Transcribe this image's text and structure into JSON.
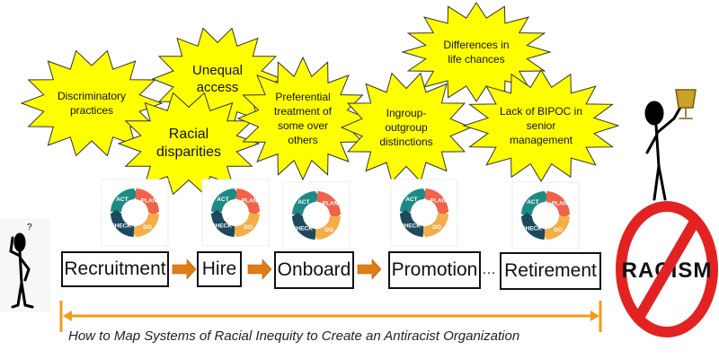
{
  "colors": {
    "burst_fill": "#ffff00",
    "burst_stroke": "#333333",
    "arrow": "#e07c16",
    "line": "#f39a1e",
    "pdca_act": "#1e8a84",
    "pdca_plan": "#f0624a",
    "pdca_do": "#f4ad47",
    "pdca_check": "#1c4a5c",
    "no_sign": "#e32222"
  },
  "bursts": [
    {
      "id": "unequal-access",
      "lines": [
        "Unequal",
        "access"
      ]
    },
    {
      "id": "discriminatory-practices",
      "lines": [
        "Discriminatory",
        "practices"
      ]
    },
    {
      "id": "differences-life-chances",
      "lines": [
        "Differences in",
        "life chances"
      ]
    },
    {
      "id": "racial-disparities",
      "lines": [
        "Racial",
        "disparities"
      ]
    },
    {
      "id": "preferential-treatment",
      "lines": [
        "Preferential",
        "treatment of",
        "some over",
        "others"
      ]
    },
    {
      "id": "ingroup-outgroup",
      "lines": [
        "Ingroup-",
        "outgroup",
        "distinctions"
      ]
    },
    {
      "id": "lack-of-bipoc",
      "lines": [
        "Lack of BIPOC in",
        "senior",
        "management"
      ]
    }
  ],
  "pdca_labels": [
    "ACT",
    "PLAN",
    "DO",
    "CHECK"
  ],
  "stages": [
    "Recruitment",
    "Hire",
    "Onboard",
    "Promotion",
    "Retirement"
  ],
  "ellipsis": "…",
  "caption": "How to Map Systems of Racial Inequity to Create an Antiracist Organization",
  "no_sign_text": "RACISM",
  "icons": {
    "confused": "confused-person-icon",
    "trophy": "person-with-trophy-icon",
    "pdca": "pdca-cycle-icon",
    "no": "no-sign-icon"
  }
}
